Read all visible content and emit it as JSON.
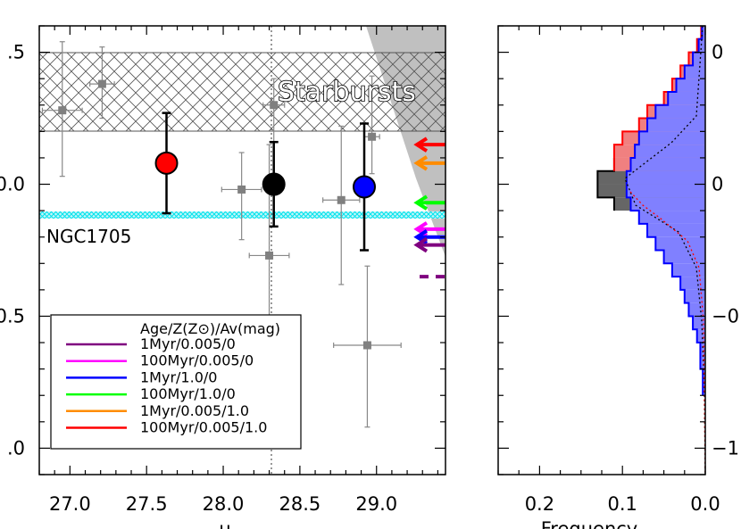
{
  "chart_data": [
    {
      "type": "scatter",
      "xlabel": "u",
      "x_ticks": [
        "27.0",
        "27.5",
        "28.0",
        "28.5",
        "29.0"
      ],
      "y_tick_labels_partial": [
        ".5",
        "0.0",
        "0.5",
        ".0"
      ],
      "xlim": [
        26.8,
        29.45
      ],
      "ylim": [
        -1.1,
        0.6
      ],
      "regions": {
        "starbursts": {
          "label": "Starbursts",
          "y_range": [
            0.2,
            0.5
          ]
        },
        "ngc1705": {
          "label": "NGC1705",
          "y": -0.12
        }
      },
      "reference_line_x": 28.32,
      "grey_points": [
        {
          "x": 26.95,
          "y": 0.28,
          "xerr": 0.13,
          "yerr_low": 0.25,
          "yerr_high": 0.26
        },
        {
          "x": 27.21,
          "y": 0.38,
          "xerr": 0.08,
          "yerr_low": 0.13,
          "yerr_high": 0.14
        },
        {
          "x": 28.12,
          "y": -0.02,
          "xerr": 0.13,
          "yerr_low": 0.19,
          "yerr_high": 0.14
        },
        {
          "x": 28.3,
          "y": -0.27,
          "xerr": 0.13,
          "yerr_low": 0.36,
          "yerr_high": 0.42
        },
        {
          "x": 28.33,
          "y": 0.3,
          "xerr": 0.07,
          "yerr_low": 0.31,
          "yerr_high": 0.1
        },
        {
          "x": 28.77,
          "y": -0.06,
          "xerr": 0.12,
          "yerr_low": 0.32,
          "yerr_high": 0.28
        },
        {
          "x": 28.97,
          "y": 0.18,
          "xerr": 0.05,
          "yerr_low": 0.14,
          "yerr_high": 0.23
        },
        {
          "x": 28.94,
          "y": -0.61,
          "xerr": 0.22,
          "yerr_low": 0.31,
          "yerr_high": 0.3
        }
      ],
      "highlight_points": [
        {
          "x": 27.63,
          "y": 0.08,
          "yerr_low": 0.19,
          "yerr_high": 0.19,
          "color": "#ff0000"
        },
        {
          "x": 28.33,
          "y": 0.0,
          "yerr_low": 0.16,
          "yerr_high": 0.16,
          "color": "#000000"
        },
        {
          "x": 28.92,
          "y": -0.01,
          "yerr_low": 0.24,
          "yerr_high": 0.24,
          "color": "#0000ff"
        }
      ],
      "model_arrows": [
        {
          "y": 0.15,
          "color": "#ff0000"
        },
        {
          "y": 0.08,
          "color": "#ff8c00"
        },
        {
          "y": -0.07,
          "color": "#00ff00"
        },
        {
          "y": -0.17,
          "color": "#ff00ff"
        },
        {
          "y": -0.2,
          "color": "#0000ff"
        },
        {
          "y": -0.23,
          "color": "#7f007f"
        }
      ],
      "model_dash": {
        "y": -0.35,
        "color": "#7f007f"
      },
      "legend": {
        "title": "Age/Z(Z⊙)/Av(mag)",
        "placement": "bottom-left",
        "entries": [
          {
            "label": "1Myr/0.005/0",
            "color": "#7f007f"
          },
          {
            "label": "100Myr/0.005/0",
            "color": "#ff00ff"
          },
          {
            "label": "1Myr/1.0/0",
            "color": "#0000ff"
          },
          {
            "label": "100Myr/1.0/0",
            "color": "#00ff00"
          },
          {
            "label": "1Myr/0.005/1.0",
            "color": "#ff8c00"
          },
          {
            "label": "100Myr/0.005/1.0",
            "color": "#ff0000"
          }
        ]
      }
    },
    {
      "type": "histogram",
      "orientation": "horizontal",
      "xlabel": "Frequency",
      "x_ticks": [
        "0.2",
        "0.1",
        "0.0"
      ],
      "xlim": [
        0.25,
        0.0
      ],
      "ylim": [
        -1.1,
        0.6
      ],
      "right_tick_labels_partial": [
        "0",
        "0",
        "−0",
        "−1"
      ],
      "bin_width": 0.05,
      "series": [
        {
          "fill": "#666666",
          "bins": [
            {
              "lo": -0.1,
              "hi": -0.05,
              "f": 0.11
            },
            {
              "lo": -0.05,
              "hi": 0.0,
              "f": 0.13
            },
            {
              "lo": 0.0,
              "hi": 0.05,
              "f": 0.13
            },
            {
              "lo": 0.05,
              "hi": 0.1,
              "f": 0.11
            }
          ]
        },
        {
          "fill": "#f08080",
          "bins": [
            {
              "lo": 0.05,
              "hi": 0.1,
              "f": 0.11
            },
            {
              "lo": 0.1,
              "hi": 0.15,
              "f": 0.11
            },
            {
              "lo": 0.15,
              "hi": 0.2,
              "f": 0.1
            },
            {
              "lo": 0.2,
              "hi": 0.25,
              "f": 0.08
            },
            {
              "lo": 0.25,
              "hi": 0.3,
              "f": 0.07
            },
            {
              "lo": 0.3,
              "hi": 0.35,
              "f": 0.05
            },
            {
              "lo": 0.35,
              "hi": 0.4,
              "f": 0.04
            },
            {
              "lo": 0.4,
              "hi": 0.45,
              "f": 0.03
            },
            {
              "lo": 0.45,
              "hi": 0.5,
              "f": 0.02
            },
            {
              "lo": 0.5,
              "hi": 0.55,
              "f": 0.01
            },
            {
              "lo": 0.55,
              "hi": 0.6,
              "f": 0.005
            }
          ]
        },
        {
          "fill": "#8080ff",
          "stroke": "#0000ff",
          "bins": [
            {
              "lo": -0.8,
              "hi": -0.7,
              "f": 0.003
            },
            {
              "lo": -0.7,
              "hi": -0.6,
              "f": 0.006
            },
            {
              "lo": -0.6,
              "hi": -0.55,
              "f": 0.01
            },
            {
              "lo": -0.55,
              "hi": -0.5,
              "f": 0.015
            },
            {
              "lo": -0.5,
              "hi": -0.45,
              "f": 0.02
            },
            {
              "lo": -0.45,
              "hi": -0.4,
              "f": 0.025
            },
            {
              "lo": -0.4,
              "hi": -0.35,
              "f": 0.03
            },
            {
              "lo": -0.35,
              "hi": -0.3,
              "f": 0.04
            },
            {
              "lo": -0.3,
              "hi": -0.25,
              "f": 0.05
            },
            {
              "lo": -0.25,
              "hi": -0.2,
              "f": 0.06
            },
            {
              "lo": -0.2,
              "hi": -0.15,
              "f": 0.07
            },
            {
              "lo": -0.15,
              "hi": -0.1,
              "f": 0.08
            },
            {
              "lo": -0.1,
              "hi": -0.05,
              "f": 0.09
            },
            {
              "lo": -0.05,
              "hi": 0.0,
              "f": 0.095
            },
            {
              "lo": 0.0,
              "hi": 0.05,
              "f": 0.095
            },
            {
              "lo": 0.05,
              "hi": 0.1,
              "f": 0.09
            },
            {
              "lo": 0.1,
              "hi": 0.15,
              "f": 0.085
            },
            {
              "lo": 0.15,
              "hi": 0.2,
              "f": 0.08
            },
            {
              "lo": 0.2,
              "hi": 0.25,
              "f": 0.07
            },
            {
              "lo": 0.25,
              "hi": 0.3,
              "f": 0.06
            },
            {
              "lo": 0.3,
              "hi": 0.35,
              "f": 0.045
            },
            {
              "lo": 0.35,
              "hi": 0.4,
              "f": 0.035
            },
            {
              "lo": 0.4,
              "hi": 0.45,
              "f": 0.025
            },
            {
              "lo": 0.45,
              "hi": 0.5,
              "f": 0.015
            },
            {
              "lo": 0.5,
              "hi": 0.55,
              "f": 0.008
            },
            {
              "lo": 0.55,
              "hi": 0.6,
              "f": 0.004
            }
          ]
        }
      ]
    }
  ]
}
